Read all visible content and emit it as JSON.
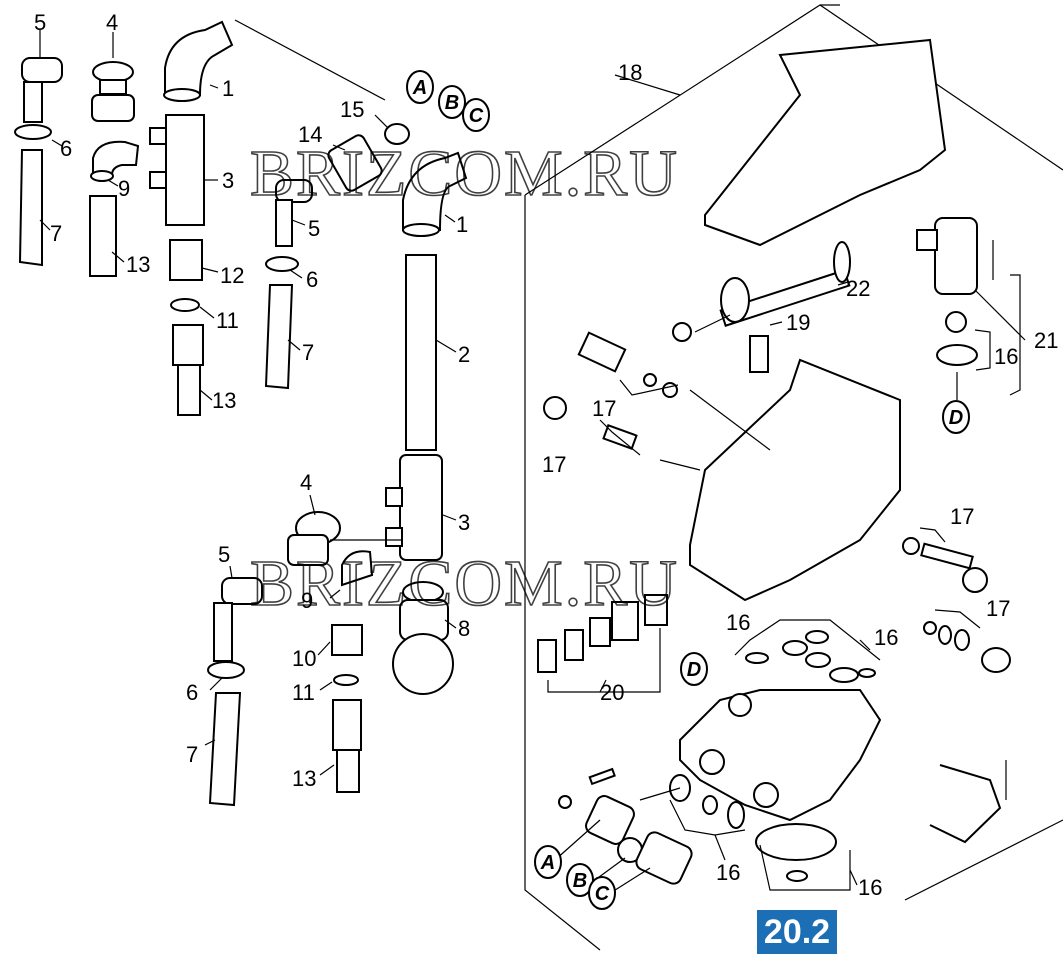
{
  "watermark": "BRIZCOM.RU",
  "badge": "20.2",
  "callouts": [
    "1",
    "2",
    "3",
    "4",
    "5",
    "6",
    "7",
    "8",
    "9",
    "10",
    "11",
    "12",
    "13",
    "14",
    "15",
    "16",
    "17",
    "18",
    "19",
    "20",
    "21",
    "22"
  ],
  "connection_letters": [
    "A",
    "B",
    "C",
    "D"
  ],
  "colors": {
    "badge_bg": "#1c6fb4",
    "badge_text": "#ffffff",
    "line": "#000000"
  }
}
